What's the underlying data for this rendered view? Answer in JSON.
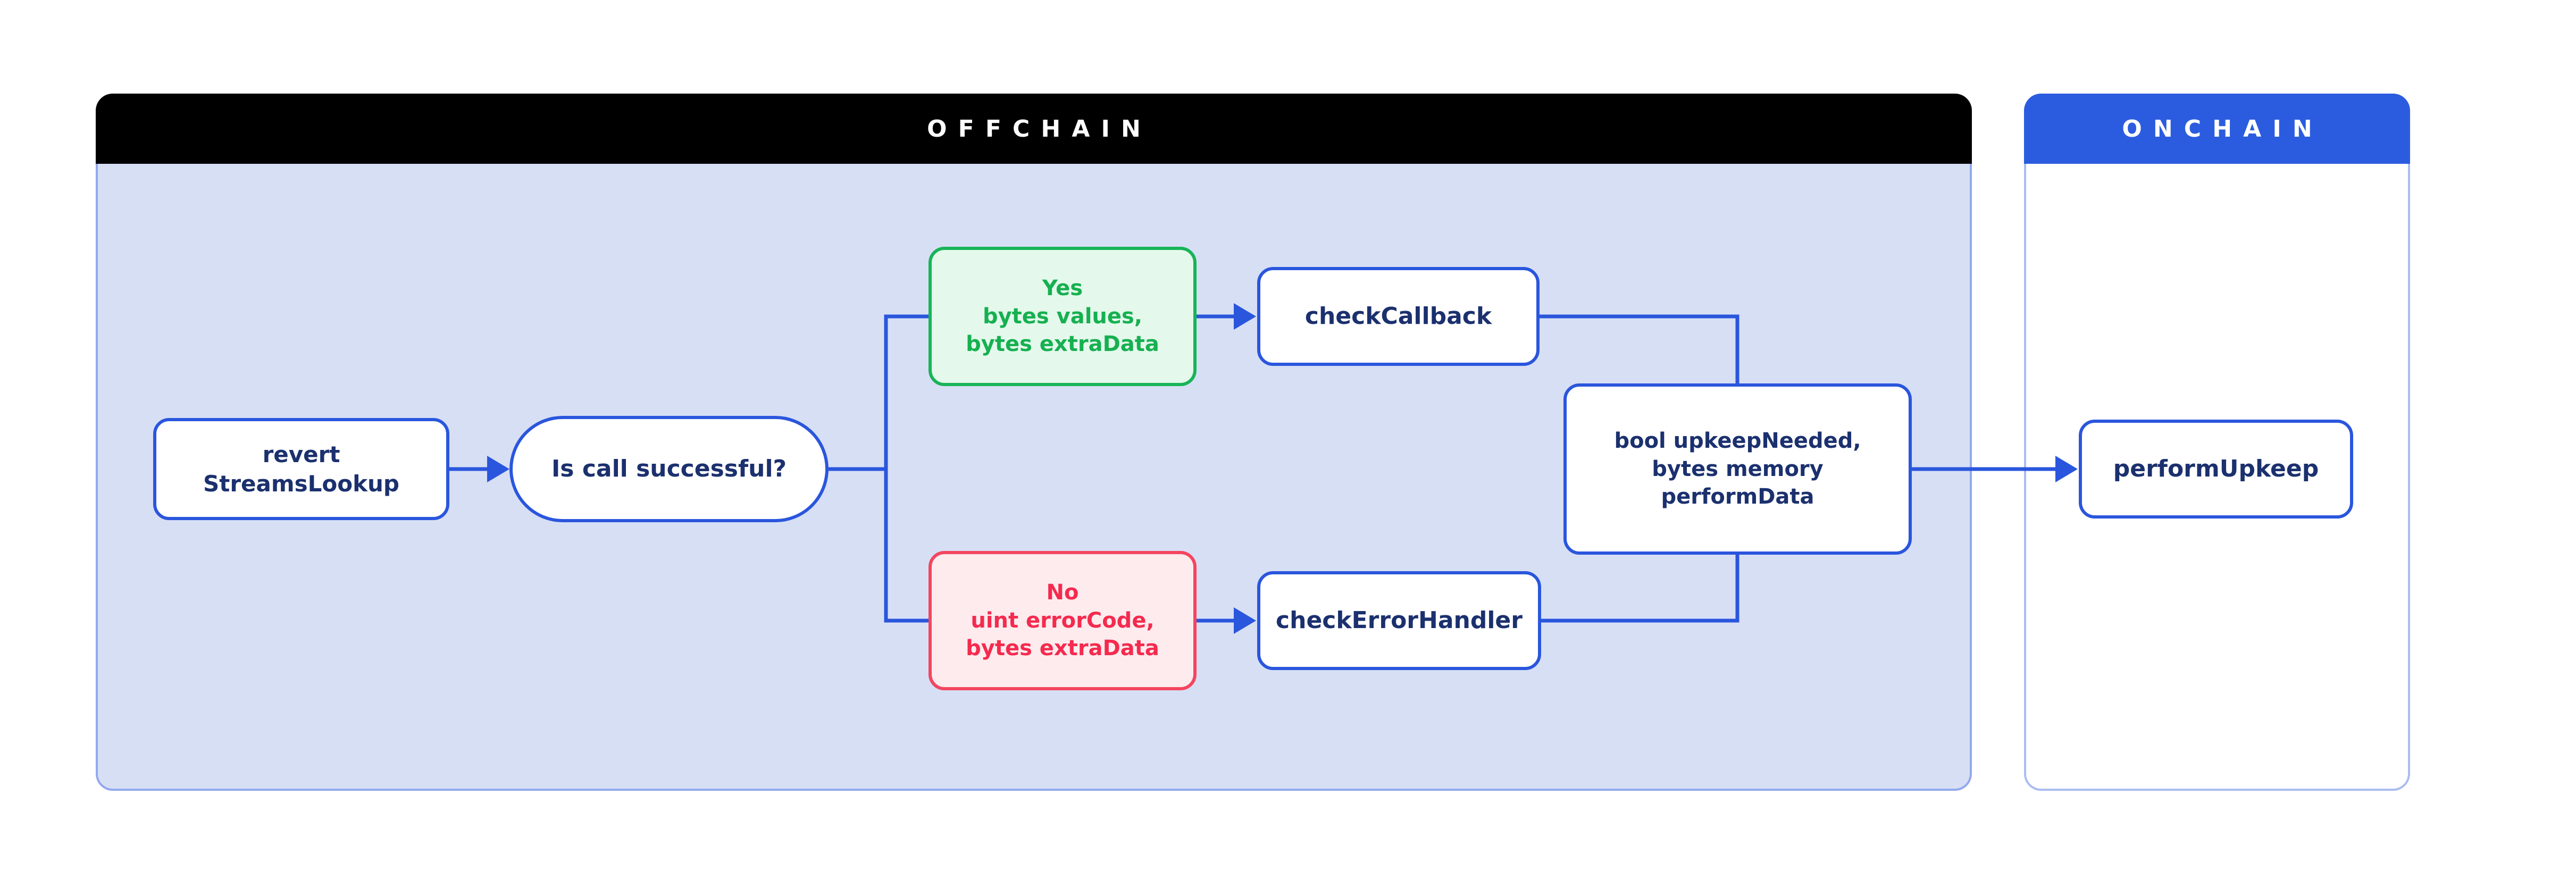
{
  "panels": {
    "offchain": {
      "title": "OFFCHAIN"
    },
    "onchain": {
      "title": "ONCHAIN"
    }
  },
  "nodes": {
    "revert": {
      "lines": [
        "revert",
        "StreamsLookup"
      ]
    },
    "decision": {
      "label": "Is call successful?"
    },
    "yes": {
      "lines": [
        "Yes",
        "bytes values,",
        "bytes extraData"
      ]
    },
    "no": {
      "lines": [
        "No",
        "uint errorCode,",
        "bytes extraData"
      ]
    },
    "check_callback": {
      "label": "checkCallback"
    },
    "check_error_handler": {
      "label": "checkErrorHandler"
    },
    "result": {
      "lines": [
        "bool upkeepNeeded,",
        "bytes memory",
        "performData"
      ]
    },
    "perform_upkeep": {
      "label": "performUpkeep"
    }
  },
  "colors": {
    "background": "#ffffff",
    "offchain_header_bg": "#000000",
    "offchain_body_bg": "#d7dff5",
    "offchain_body_border": "#93a8ee",
    "onchain_header_bg": "#2b5ce0",
    "onchain_body_bg": "#ffffff",
    "onchain_body_border": "#aabdf1",
    "header_text": "#ffffff",
    "node_bg": "#ffffff",
    "node_border_blue": "#2a56dd",
    "node_text_navy": "#1b306e",
    "connector_blue": "#2a56dd",
    "yes_bg": "#e4f9ec",
    "yes_border": "#17b457",
    "yes_text": "#16b050",
    "no_bg": "#fdebee",
    "no_border": "#f4455f",
    "no_text": "#f52a4e"
  }
}
